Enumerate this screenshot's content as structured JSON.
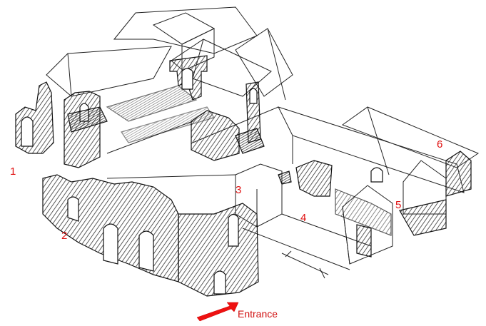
{
  "labels": {
    "n1": "1",
    "n2": "2",
    "n3": "3",
    "n4": "4",
    "n5": "5",
    "n6": "6",
    "entrance": "Entrance"
  },
  "colors": {
    "label": "#e01010",
    "arrow": "#ee1111",
    "line": "#222222",
    "stone": "#444444"
  },
  "icons": {
    "entrance_arrow": "arrow-right-icon",
    "north_marker": "compass-icon"
  }
}
